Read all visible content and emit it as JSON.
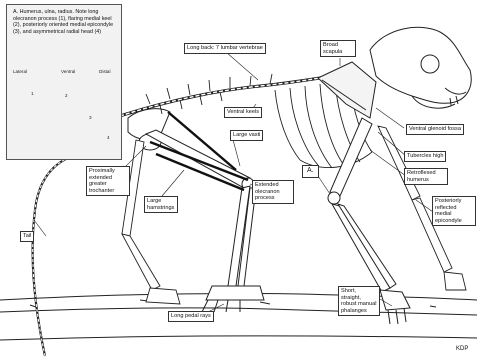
{
  "inset": {
    "description": "A.  Humerus, ulna, radius. Note long olecranon process (1), flaring medial keel (2), posteriorly oriented medial epicondyle (3), and asymmetrical radial head (4)",
    "views": [
      "Lateral",
      "Ventral",
      "Distal"
    ],
    "numbers": [
      "1",
      "2",
      "3",
      "4"
    ]
  },
  "labels": {
    "long_back": "Long back: 7 lumbar vertebrae",
    "broad_scapula": "Broad scapula",
    "ventral_keels": "Ventral keels",
    "ventral_glenoid_fossa": "Ventral glenoid fossa",
    "large_vasti": "Large vasti",
    "tubercles_high": "Tubercles high",
    "retroflexed_humerus": "Retroflexed humerus",
    "marker_a": "A.",
    "proximally_extended_trochanter": "Proximally extended greater trochanter",
    "large_hamstrings": "Large hamstrings",
    "extended_olecranon": "Extended olecranon process",
    "posteriorly_reflected_epicondyle": "Posteriorly reflected medial epicondyle",
    "tail": "Tail",
    "long_pedal_rays": "Long pedal rays",
    "manual_phalanges": "Short, straight, robust manual phalanges"
  },
  "credit": "KDP"
}
